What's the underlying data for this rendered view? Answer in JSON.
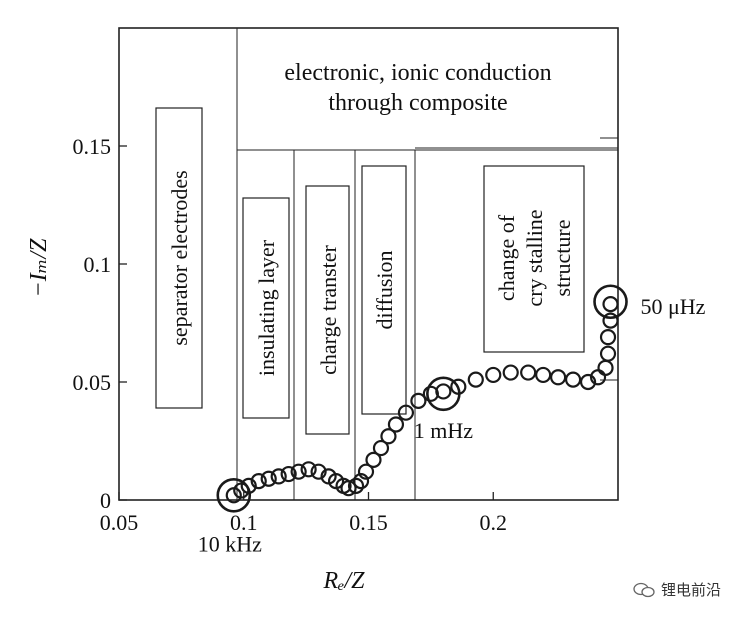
{
  "chart_data": {
    "type": "scatter",
    "xlabel": "Rₑ/Z",
    "ylabel": "−Iₘ/Z",
    "xlim": [
      0.05,
      0.25
    ],
    "ylim": [
      0,
      0.2
    ],
    "x_ticks": [
      {
        "value": 0.05,
        "label": "0.05"
      },
      {
        "value": 0.1,
        "label": "0.1"
      },
      {
        "value": 0.15,
        "label": "0.15"
      },
      {
        "value": 0.2,
        "label": "0.2"
      }
    ],
    "y_ticks": [
      {
        "value": 0,
        "label": "0"
      },
      {
        "value": 0.05,
        "label": "0.05"
      },
      {
        "value": 0.1,
        "label": "0.1"
      },
      {
        "value": 0.15,
        "label": "0.15"
      }
    ],
    "series": [
      {
        "x": [
          0.096,
          0.099,
          0.102,
          0.106,
          0.11,
          0.114,
          0.118,
          0.122,
          0.126,
          0.13,
          0.134,
          0.137,
          0.14,
          0.142,
          0.145,
          0.147,
          0.149,
          0.152,
          0.155,
          0.158,
          0.161,
          0.165,
          0.17,
          0.175,
          0.18,
          0.186,
          0.193,
          0.2,
          0.207,
          0.214,
          0.22,
          0.226,
          0.232,
          0.238,
          0.242,
          0.245,
          0.246,
          0.246,
          0.247,
          0.247
        ],
        "y": [
          0.002,
          0.004,
          0.006,
          0.008,
          0.009,
          0.01,
          0.011,
          0.012,
          0.013,
          0.012,
          0.01,
          0.008,
          0.006,
          0.005,
          0.006,
          0.008,
          0.012,
          0.017,
          0.022,
          0.027,
          0.032,
          0.037,
          0.042,
          0.045,
          0.046,
          0.048,
          0.051,
          0.053,
          0.054,
          0.054,
          0.053,
          0.052,
          0.051,
          0.05,
          0.052,
          0.056,
          0.062,
          0.069,
          0.076,
          0.083
        ]
      }
    ],
    "highlighted_points": [
      {
        "x": 0.096,
        "y": 0.002,
        "label": "10 kHz"
      },
      {
        "x": 0.18,
        "y": 0.045,
        "label": "1 mHz"
      },
      {
        "x": 0.247,
        "y": 0.084,
        "label": "50 μHz"
      }
    ],
    "annotations": [
      "electronic, ionic conduction",
      "through composite",
      "separator electrodes",
      "insulating layer",
      "charge transter",
      "diffusion",
      "change of",
      "cry stalline",
      "structure"
    ]
  },
  "watermark": {
    "text": "锂电前沿"
  }
}
